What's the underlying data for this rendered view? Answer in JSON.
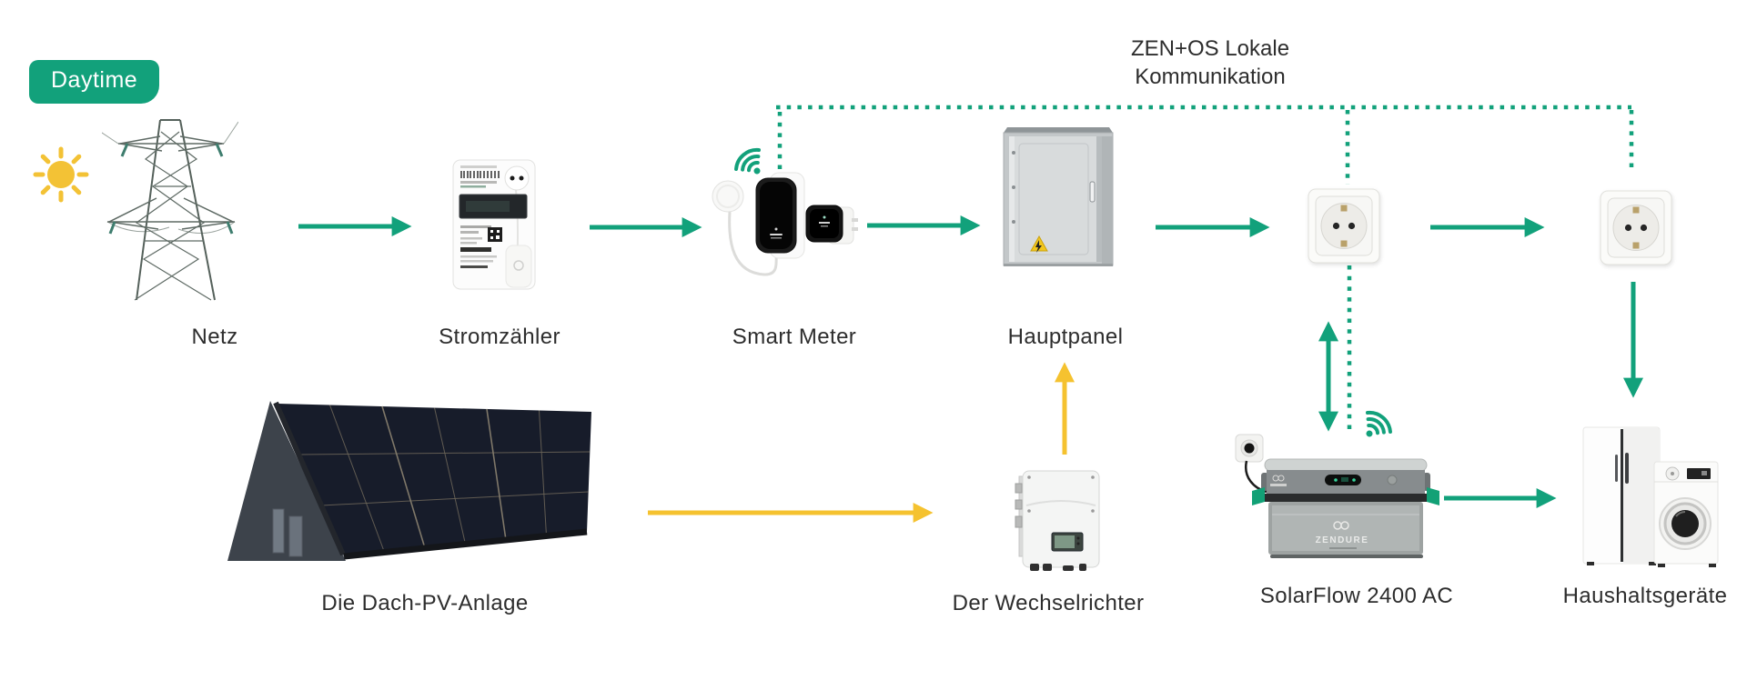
{
  "badge": {
    "label": "Daytime",
    "bg": "#12a17b"
  },
  "annotation": {
    "line1": "ZEN+OS Lokale",
    "line2": "Kommunikation"
  },
  "nodes": {
    "netz": {
      "label": "Netz"
    },
    "stromzaehler": {
      "label": "Stromzähler"
    },
    "smart_meter": {
      "label": "Smart Meter"
    },
    "hauptpanel": {
      "label": "Hauptpanel"
    },
    "pv": {
      "label": "Die Dach-PV-Anlage"
    },
    "wechselrichter": {
      "label": "Der Wechselrichter"
    },
    "solarflow": {
      "label": "SolarFlow 2400 AC"
    },
    "haushaltsgeraete": {
      "label": "Haushaltsgeräte"
    }
  },
  "devices": {
    "solarflow_brand": "ZENDURE"
  },
  "icons": {
    "sun": "sun-icon",
    "wifi": "wifi-icon",
    "warning_triangle": "warning-triangle-icon"
  },
  "colors": {
    "flow_green": "#12a17b",
    "flow_yellow": "#f5c22f",
    "text": "#2d2d2d",
    "badge_bg": "#12a17b"
  }
}
